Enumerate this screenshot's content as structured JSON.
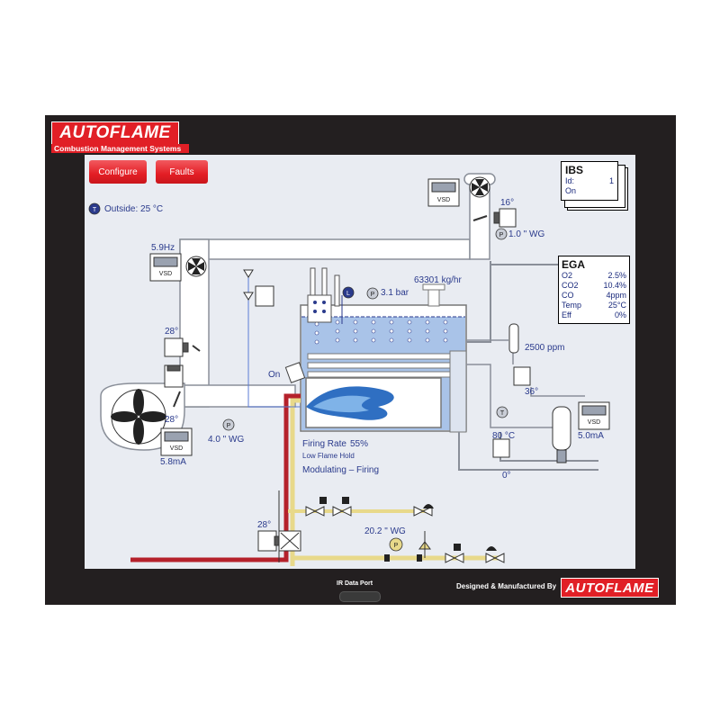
{
  "brand": {
    "name": "AUTOFLAME",
    "tagline": "Combustion Management Systems",
    "designed_by": "Designed & Manufactured By",
    "ir_port": "IR Data Port"
  },
  "buttons": {
    "configure": "Configure",
    "faults": "Faults"
  },
  "outside": {
    "icon_letter": "T",
    "text": "Outside: 25 °C"
  },
  "ibs": {
    "title": "IBS",
    "id_label": "Id:",
    "id_value": "1",
    "status": "On"
  },
  "ega": {
    "title": "EGA",
    "rows": [
      {
        "label": "O2",
        "value": "2.5%"
      },
      {
        "label": "CO2",
        "value": "10.4%"
      },
      {
        "label": "CO",
        "value": "4ppm"
      },
      {
        "label": "Temp",
        "value": "25°C"
      },
      {
        "label": "Eff",
        "value": "0%"
      }
    ]
  },
  "readings": {
    "fan_top_hz": "5.9Hz",
    "vsd": "VSD",
    "damper_top": "16°",
    "pressure_top": "1.0 \" WG",
    "steam_flow": "63301 kg/hr",
    "steam_pressure": "3.1 bar",
    "level_letter": "L",
    "p_letter": "P",
    "t_letter": "T",
    "air_damper": "28°",
    "fan_damper": "28°",
    "fan_current": "5.8mA",
    "air_pressure": "4.0 \" WG",
    "burner_on": "On",
    "tds": "2500 ppm",
    "tds_valve": "36°",
    "pump_current": "5.0mA",
    "feed_temp": "80 °C",
    "feed_valve": "0°",
    "firing_rate_label": "Firing Rate",
    "firing_rate_value": "55%",
    "low_flame": "Low Flame Hold",
    "mode": "Modulating – Firing",
    "fuel_damper": "28°",
    "gas_pressure": "20.2 \" WG"
  },
  "colors": {
    "frame": "#231f20",
    "screen": "#e9ecf2",
    "brand_red": "#e11f26",
    "label_blue": "#2a3a8c",
    "gas_yellow": "#e8d98a",
    "oil_red": "#b5212b",
    "water_blue": "#a9c3e8"
  }
}
